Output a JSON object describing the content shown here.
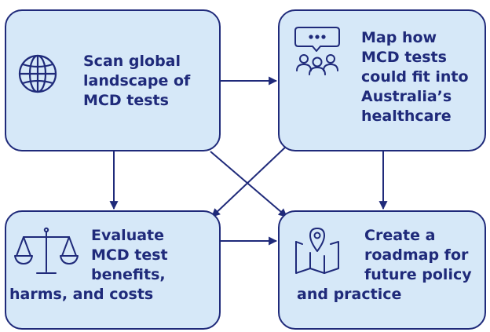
{
  "diagram": {
    "nodes": [
      {
        "id": "scan",
        "lines": [
          "Scan global",
          "landscape of",
          "MCD tests"
        ],
        "icon": "globe-icon"
      },
      {
        "id": "map",
        "lines": [
          "Map how",
          "MCD tests",
          "could fit into",
          "Australia’s",
          "healthcare"
        ],
        "icon": "discussion-group-icon"
      },
      {
        "id": "evaluate",
        "lines": [
          "Evaluate",
          "MCD test",
          "benefits,",
          "harms, and costs"
        ],
        "icon": "balance-scale-icon"
      },
      {
        "id": "create",
        "lines": [
          "Create a",
          "roadmap for",
          "future policy",
          "and practice"
        ],
        "icon": "map-pin-icon"
      }
    ],
    "edges": [
      {
        "from": "scan",
        "to": "map"
      },
      {
        "from": "scan",
        "to": "evaluate"
      },
      {
        "from": "scan",
        "to": "create"
      },
      {
        "from": "map",
        "to": "evaluate"
      },
      {
        "from": "map",
        "to": "create"
      },
      {
        "from": "evaluate",
        "to": "create"
      }
    ],
    "colors": {
      "box_fill": "#d6e8f8",
      "box_border": "#1f2a7a",
      "text": "#1f2a7a",
      "arrow": "#1f2a7a"
    }
  }
}
